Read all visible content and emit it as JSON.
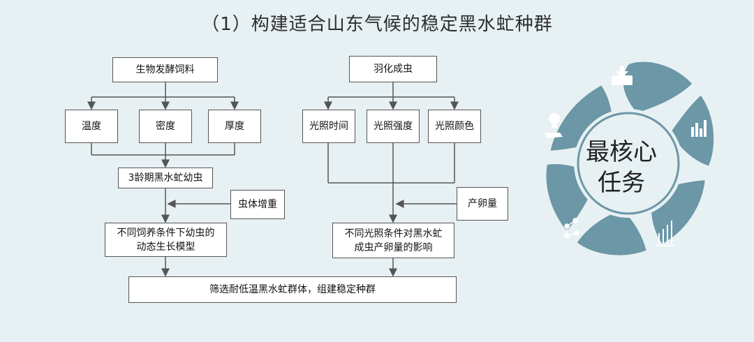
{
  "title": "（1）构建适合山东气候的稳定黑水虻种群",
  "left_flow": {
    "top": "生物发酵饲料",
    "factors": [
      "温度",
      "密度",
      "厚度"
    ],
    "larvae": "3龄期黑水虻幼虫",
    "side_input": "虫体增重",
    "model_line1": "不同饲养条件下幼虫的",
    "model_line2": "动态生长模型"
  },
  "right_flow": {
    "top": "羽化成虫",
    "factors": [
      "光照时间",
      "光照强度",
      "光照颜色"
    ],
    "side_input": "产卵量",
    "effect_line1": "不同光照条件对黑水虻",
    "effect_line2": "成虫产卵量的影响"
  },
  "result": "筛选耐低温黑水虻群体，组建稳定种群",
  "core": {
    "line1": "最核心",
    "line2": "任务",
    "icons": [
      "download-box-icon",
      "bar-chart-icon",
      "growth-chart-icon",
      "network-icon",
      "lightbulb-hand-icon"
    ],
    "color": "#6b97a6"
  }
}
